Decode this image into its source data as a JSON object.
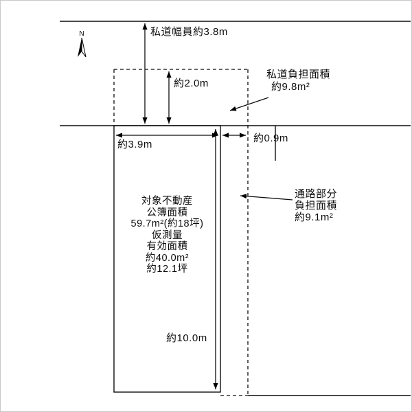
{
  "diagram": {
    "compass_label": "N",
    "road_width_label": "私道幅員約3.8m",
    "setback_depth_label": "約2.0m",
    "road_burden": {
      "line1": "私道負担面積",
      "line2": "約9.8m²"
    },
    "lot_width_label": "約3.9m",
    "passage_width_label": "約0.9m",
    "passage_burden": {
      "line1": "通路部分",
      "line2": "負担面積",
      "line3": "約9.1m²"
    },
    "lot_depth_label": "約10.0m",
    "lot_text": {
      "line1": "対象不動産",
      "line2": "公簿面積",
      "line3": "59.7m²(約18坪)",
      "line4": "仮測量",
      "line5": "有効面積",
      "line6": "約40.0m²",
      "line7": "約12.1坪"
    }
  }
}
